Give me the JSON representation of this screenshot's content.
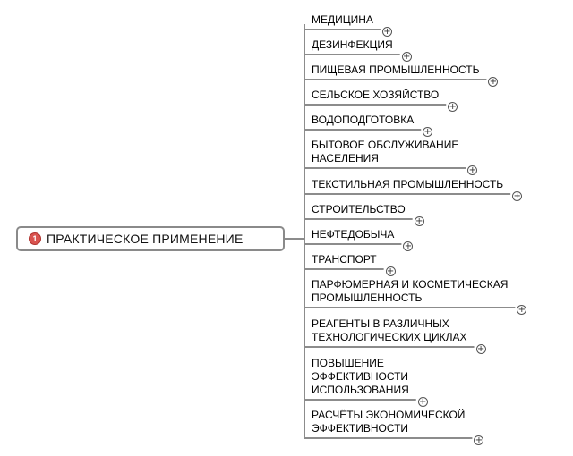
{
  "root": {
    "badge": "1",
    "label": "ПРАКТИЧЕСКОЕ ПРИМЕНЕНИЕ"
  },
  "expand_icon": "plus-circle-icon",
  "expand_glyph": "+",
  "branches": [
    {
      "lines": [
        "МЕДИЦИНА"
      ]
    },
    {
      "lines": [
        "ДЕЗИНФЕКЦИЯ"
      ]
    },
    {
      "lines": [
        "ПИЩЕВАЯ ПРОМЫШЛЕННОСТЬ"
      ]
    },
    {
      "lines": [
        "СЕЛЬСКОЕ ХОЗЯЙСТВО"
      ]
    },
    {
      "lines": [
        "ВОДОПОДГОТОВКА"
      ]
    },
    {
      "lines": [
        "БЫТОВОЕ ОБСЛУЖИВАНИЕ",
        "НАСЕЛЕНИЯ"
      ]
    },
    {
      "lines": [
        "ТЕКСТИЛЬНАЯ ПРОМЫШЛЕННОСТЬ"
      ]
    },
    {
      "lines": [
        "СТРОИТЕЛЬСТВО"
      ]
    },
    {
      "lines": [
        "НЕФТЕДОБЫЧА"
      ]
    },
    {
      "lines": [
        "ТРАНСПОРТ"
      ]
    },
    {
      "lines": [
        "ПАРФЮМЕРНАЯ И КОСМЕТИЧЕСКАЯ",
        "ПРОМЫШЛЕННОСТЬ"
      ]
    },
    {
      "lines": [
        "РЕАГЕНТЫ В РАЗЛИЧНЫХ",
        "ТЕХНОЛОГИЧЕСКИХ ЦИКЛАХ"
      ]
    },
    {
      "lines": [
        "ПОВЫШЕНИЕ",
        "ЭФФЕКТИВНОСТИ",
        "ИСПОЛЬЗОВАНИЯ"
      ]
    },
    {
      "lines": [
        "РАСЧЁТЫ ЭКОНОМИЧЕСКОЙ",
        "ЭФФЕКТИВНОСТИ"
      ]
    }
  ]
}
